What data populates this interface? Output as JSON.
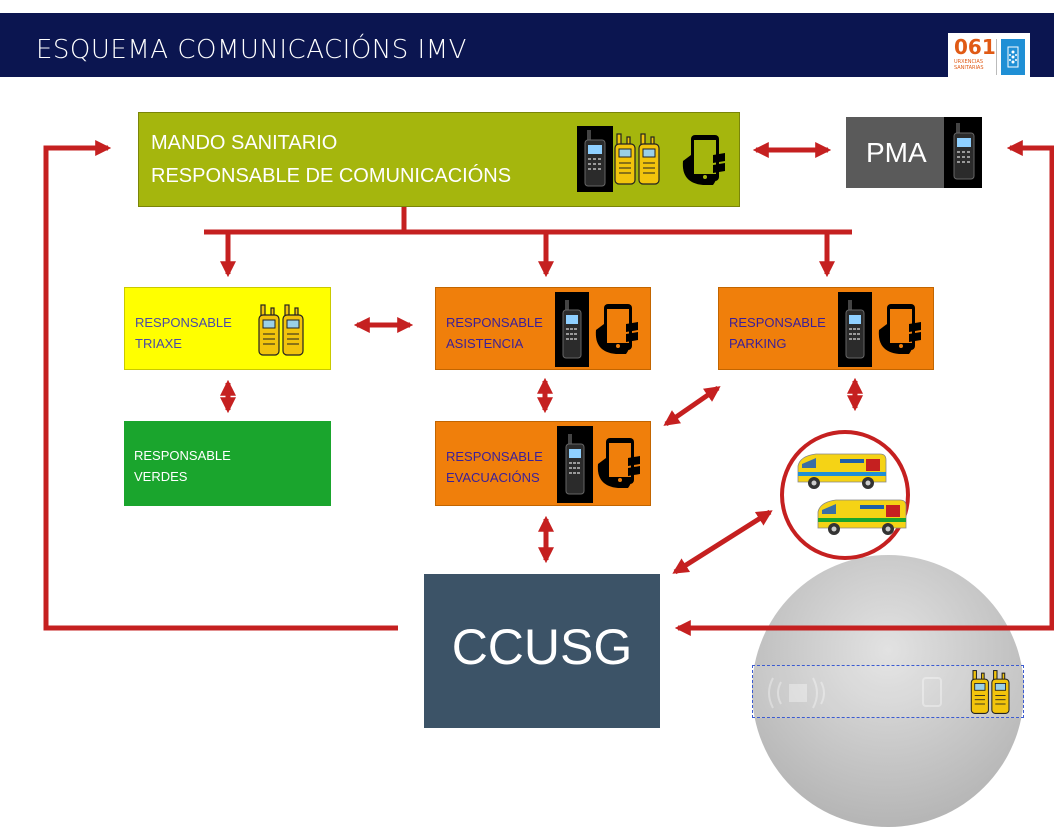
{
  "header": {
    "title": "ESQUEMA COMUNICACIÓNS IMV",
    "logo": {
      "number": "061",
      "subtitle": "URXENCIAS SANITARIAS"
    }
  },
  "nodes": {
    "mando": {
      "title": "MANDO SANITARIO",
      "subtitle": "RESPONSABLE DE COMUNICACIÓNS"
    },
    "pma": {
      "label": "PMA"
    },
    "triaxe": {
      "line1": "RESPONSABLE",
      "line2": "TRIAXE"
    },
    "asistencia": {
      "line1": "RESPONSABLE",
      "line2": "ASISTENCIA"
    },
    "parking": {
      "line1": "RESPONSABLE",
      "line2": "PARKING"
    },
    "verdes": {
      "line1": "RESPONSABLE",
      "line2": "VERDES"
    },
    "evacuacions": {
      "line1": "RESPONSABLE",
      "line2": "EVACUACIÓNS"
    },
    "ccusg": {
      "label": "CCUSG"
    }
  },
  "icons": [
    "tetra-radio-icon",
    "walkie-talkie-icon",
    "smartphone-hand-icon",
    "ambulance-icon"
  ],
  "colors": {
    "header_bg": "#0b1550",
    "arrow": "#c52020",
    "mando": "#a5b60d",
    "pma": "#5a5a5a",
    "triaxe": "#ffff00",
    "orange": "#f07f0b",
    "verdes": "#1aa52d",
    "ccusg": "#3c5367"
  }
}
